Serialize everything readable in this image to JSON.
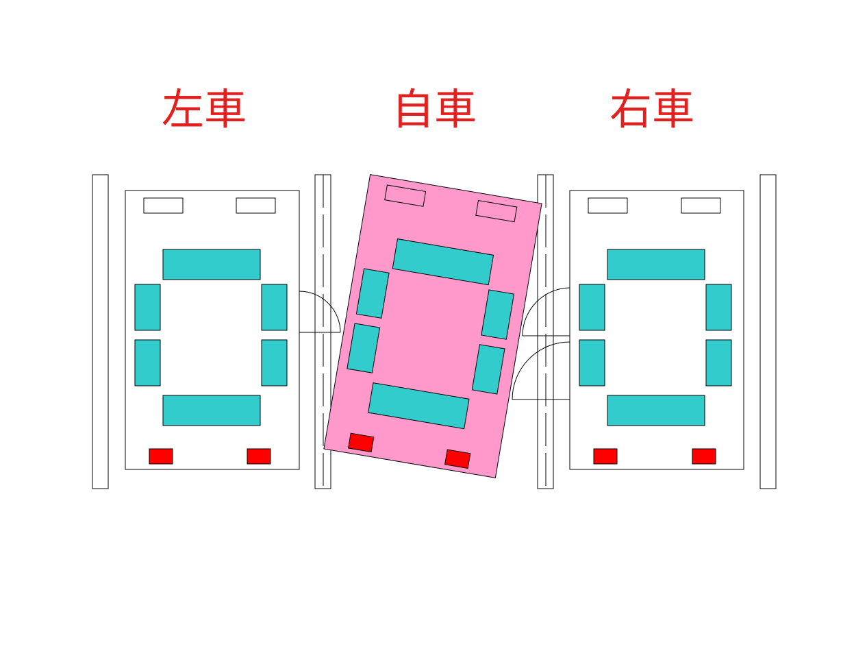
{
  "labels": {
    "left": "左車",
    "self": "自車",
    "right": "右車"
  },
  "colors": {
    "label": "#e0211f",
    "seat": "#33cccc",
    "tail_light": "#ff0000",
    "self_car_body": "#ff99cc",
    "outline": "#000000",
    "background": "#ffffff"
  }
}
